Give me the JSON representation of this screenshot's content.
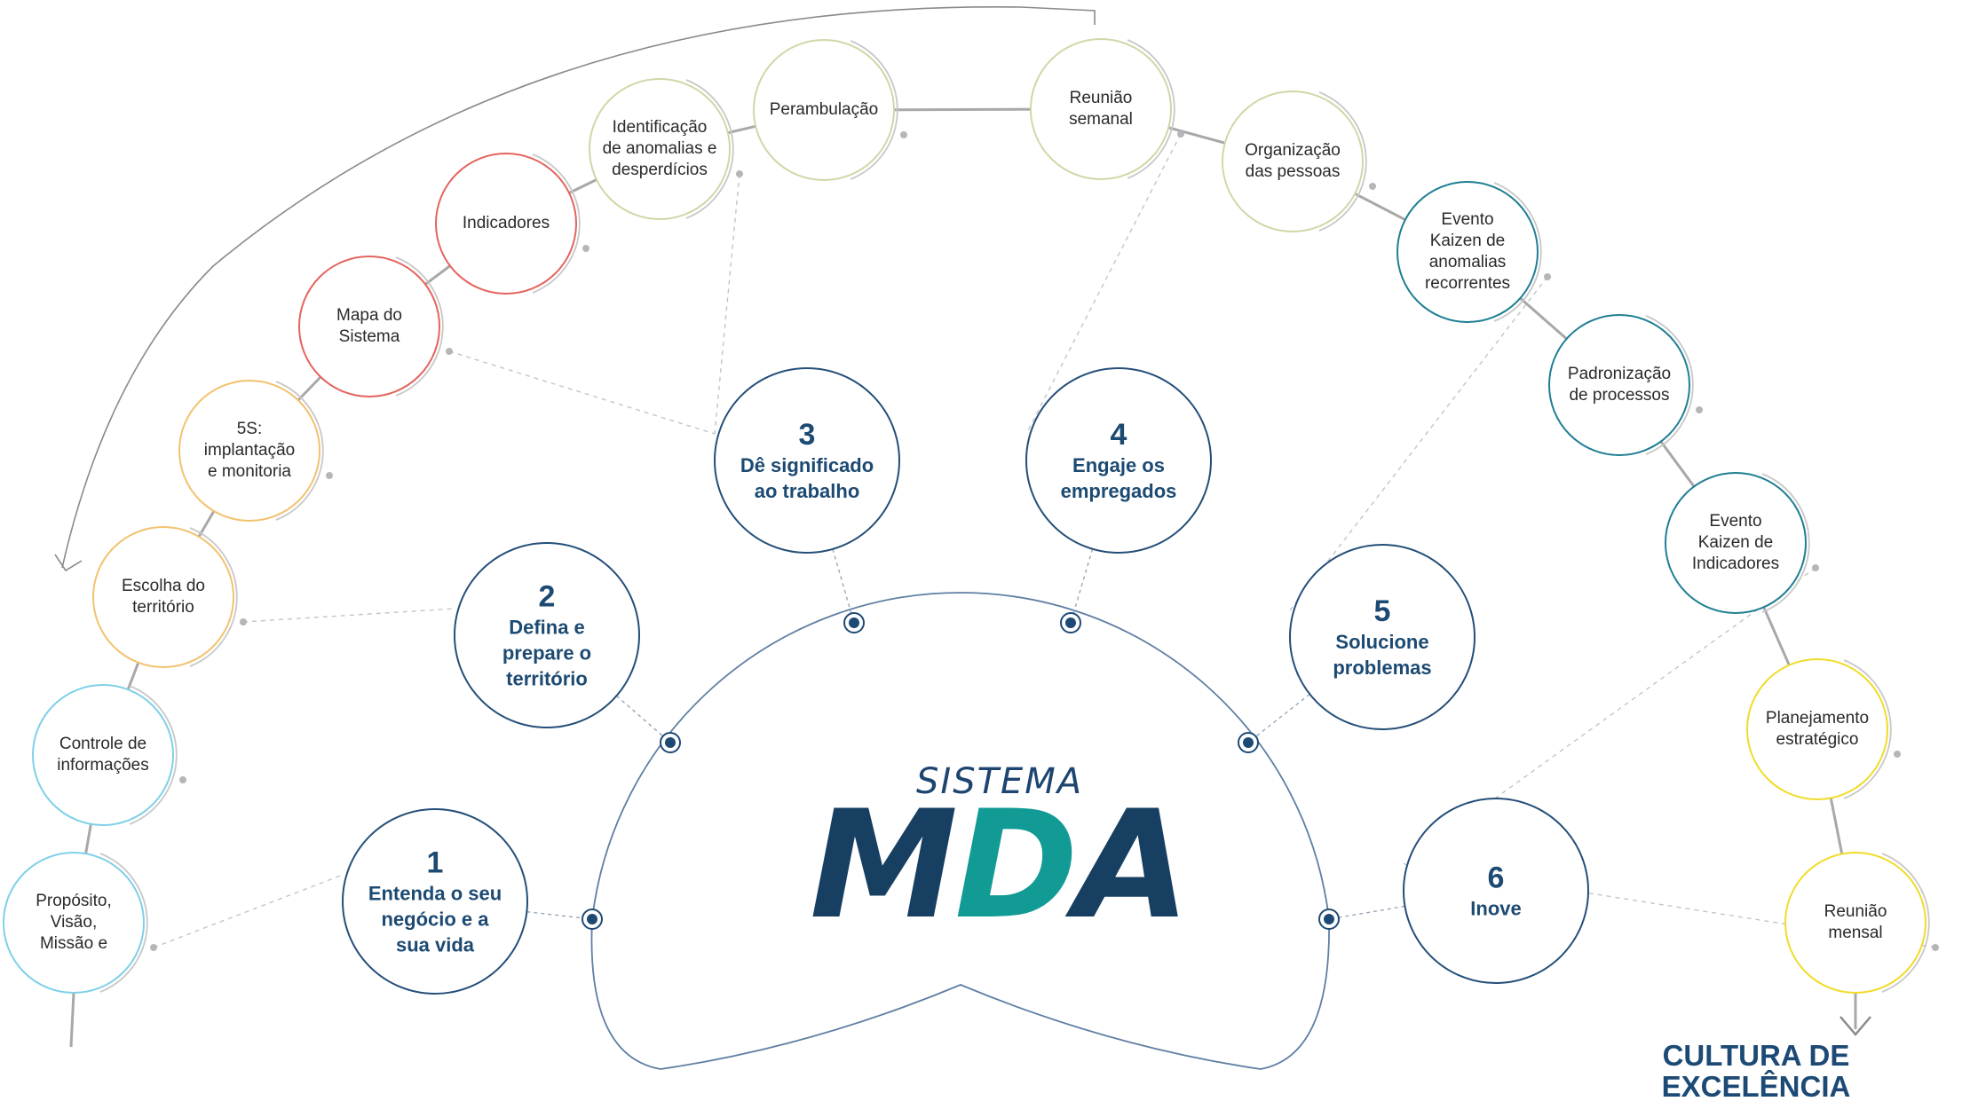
{
  "brand": {
    "subtitle": "SISTEMA",
    "part1": "M",
    "part2": "D",
    "part3": "A"
  },
  "culture": "CULTURA DE\nEXCELÊNCIA",
  "colors": {
    "navy": "#1d4a75",
    "teal": "#129a94",
    "cyan": "#7fd0e8",
    "orange": "#f2c26e",
    "red": "#e4645e",
    "olive": "#cfd8a8",
    "darkteal": "#1f7f93",
    "yellow": "#f0dc2a"
  },
  "steps": [
    {
      "num": "1",
      "text": "Entenda o seu\nnegócio e a\nsua vida"
    },
    {
      "num": "2",
      "text": "Defina e\nprepare o\nterritório"
    },
    {
      "num": "3",
      "text": "Dê significado\nao trabalho"
    },
    {
      "num": "4",
      "text": "Engaje os\nempregados"
    },
    {
      "num": "5",
      "text": "Solucione\nproblemas"
    },
    {
      "num": "6",
      "text": "Inove"
    }
  ],
  "practices": [
    "Propósito,\nVisão,\nMissão e",
    "Controle de\ninformações",
    "Escolha do\nterritório",
    "5S:\nimplantação\ne monitoria",
    "Mapa do\nSistema",
    "Indicadores",
    "Identificação\nde anomalias e\ndesperdícios",
    "Perambulação",
    "Reunião\nsemanal",
    "Organização\ndas pessoas",
    "Evento\nKaizen de\nanomalias\nrecorrentes",
    "Padronização\nde processos",
    "Evento\nKaizen de\nIndicadores",
    "Planejamento\nestratégico",
    "Reunião\nmensal"
  ]
}
